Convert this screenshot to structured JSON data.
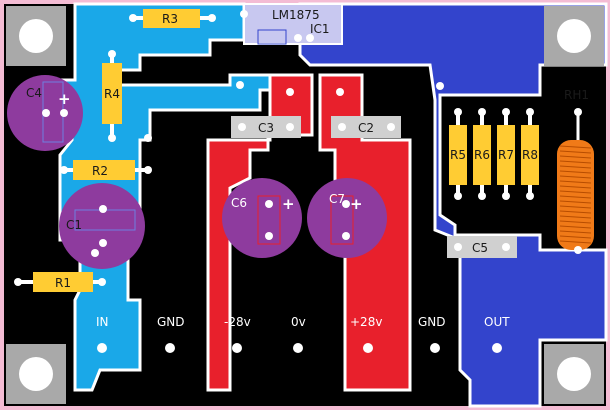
{
  "board": {
    "colors": {
      "border": "#f4bcd4",
      "background": "#000000",
      "gap": "#ffffff",
      "copper_cyan": "#1aa8e8",
      "copper_blue": "#3344cc",
      "copper_red": "#e8202c",
      "copper_mid": "#7a83ac",
      "mount_pad": "#a9a9a9",
      "component_body": "#8e3b9e",
      "resistor_body": "#ffcc33",
      "cap_body": "#d0d0d0",
      "ic_body": "#c8c8f0",
      "coil": "#f07a18"
    }
  },
  "components": {
    "ic1_part": "LM1875",
    "ic1_ref": "IC1",
    "r1": "R1",
    "r2": "R2",
    "r3": "R3",
    "r4": "R4",
    "r5": "R5",
    "r6": "R6",
    "r7": "R7",
    "r8": "R8",
    "c1": "C1",
    "c2": "C2",
    "c3": "C3",
    "c4": "C4",
    "c5": "C5",
    "c6": "C6",
    "c7": "C7",
    "rh1": "RH1",
    "plus_mark": "+"
  },
  "terminals": {
    "in": "IN",
    "gnd_left": "GND",
    "neg28": "-28v",
    "zero_v": "0v",
    "pos28": "+28v",
    "gnd_right": "GND",
    "out": "OUT"
  }
}
